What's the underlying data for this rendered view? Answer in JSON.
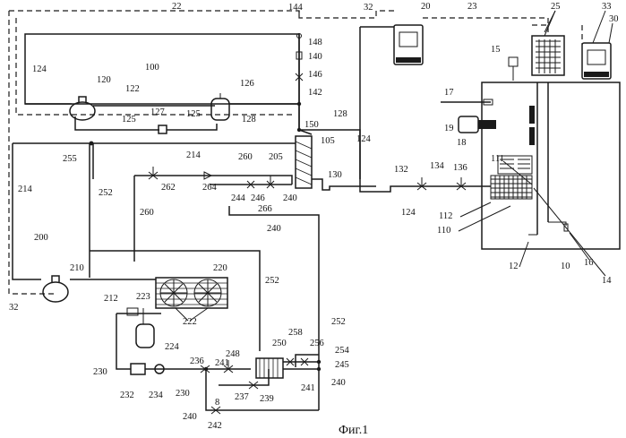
{
  "caption": "Фиг.1",
  "labels": {
    "l22": "22",
    "l144": "144",
    "l32a": "32",
    "l20": "20",
    "l23": "23",
    "l25": "25",
    "l33": "33",
    "l30": "30",
    "l148": "148",
    "l140": "140",
    "l146": "146",
    "l142": "142",
    "l124a": "124",
    "l100": "100",
    "l120": "120",
    "l122": "122",
    "l126": "126",
    "l127": "127",
    "l125a": "125",
    "l125b": "125",
    "l128a": "128",
    "l128b": "128",
    "l150": "150",
    "l105": "105",
    "l130": "130",
    "l124b": "124",
    "l132": "132",
    "l134": "134",
    "l136": "136",
    "l15": "15",
    "l17": "17",
    "l19": "19",
    "l18": "18",
    "l111": "111",
    "l112": "112",
    "l110": "110",
    "l124c": "124",
    "l12": "12",
    "l10": "10",
    "l16": "16",
    "l14": "14",
    "l255": "255",
    "l214a": "214",
    "l260a": "260",
    "l205": "205",
    "l262": "262",
    "l264": "264",
    "l244": "244",
    "l246": "246",
    "l266": "266",
    "l240a": "240",
    "l240b": "240",
    "l214b": "214",
    "l252a": "252",
    "l260b": "260",
    "l200": "200",
    "l210": "210",
    "l220": "220",
    "l32b": "32",
    "l212": "212",
    "l223": "223",
    "l222": "222",
    "l224": "224",
    "l252b": "252",
    "l258": "258",
    "l252c": "252",
    "l250": "250",
    "l256": "256",
    "l254": "254",
    "l245": "245",
    "l248": "248",
    "l236": "236",
    "l241a": "241",
    "l230a": "230",
    "l241b": "241",
    "l240c": "240",
    "l232": "232",
    "l234": "234",
    "l230b": "230",
    "l237": "237",
    "l239": "239",
    "l240d": "240",
    "l8": "8",
    "l242": "242"
  }
}
